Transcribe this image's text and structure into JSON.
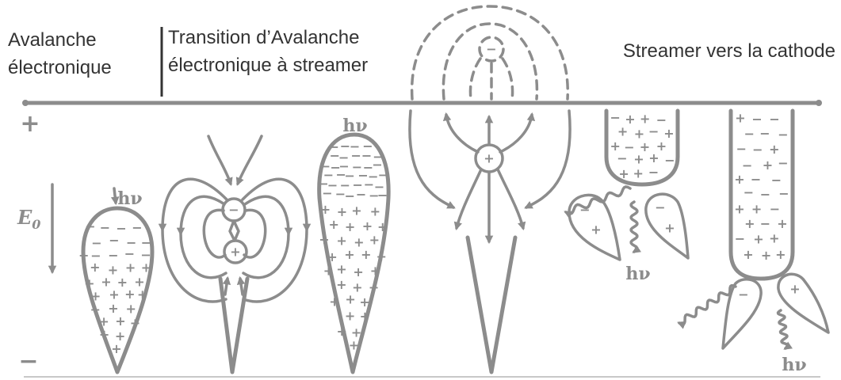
{
  "sections": {
    "avalanche": {
      "line1": "Avalanche",
      "line2": "électronique"
    },
    "transition": {
      "line1": "Transition d’Avalanche",
      "line2": "électronique à streamer"
    },
    "streamer": {
      "line1": "Streamer vers la cathode"
    }
  },
  "electrodes": {
    "anode_sign": "+",
    "cathode_sign": "−"
  },
  "field": {
    "symbol": "E",
    "subscript": "0"
  },
  "photon_label": "hν",
  "charges": {
    "positive": "+",
    "negative": "−"
  },
  "colors": {
    "stroke": "#8c8c8c",
    "text": "#333333",
    "background": "#ffffff"
  }
}
